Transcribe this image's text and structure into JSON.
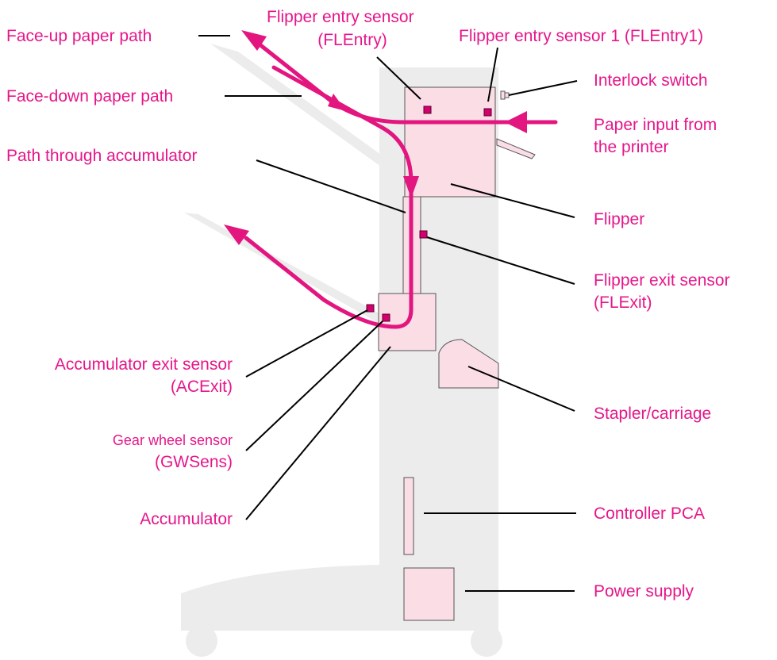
{
  "labels": {
    "face_up_path": "Face-up paper path",
    "face_down_path": "Face-down paper path",
    "path_through_accumulator": "Path through accumulator",
    "flipper_entry_sensor": "Flipper entry sensor",
    "flipper_entry_sensor_code": "(FLEntry)",
    "flipper_entry_sensor_1": "Flipper entry sensor 1 (FLEntry1)",
    "interlock_switch": "Interlock switch",
    "paper_input_line1": "Paper input from",
    "paper_input_line2": "the printer",
    "flipper": "Flipper",
    "flipper_exit_sensor": "Flipper exit sensor",
    "flipper_exit_sensor_code": "(FLExit)",
    "accumulator_exit_sensor": "Accumulator exit sensor",
    "accumulator_exit_sensor_code": "(ACExit)",
    "gear_wheel_sensor": "Gear wheel sensor",
    "gear_wheel_sensor_code": "(GWSens)",
    "accumulator": "Accumulator",
    "stapler_carriage": "Stapler/carriage",
    "controller_pca": "Controller PCA",
    "power_supply": "Power supply"
  },
  "colors": {
    "label_text": "#e6168a",
    "paper_path": "#e3157f",
    "component_fill": "#fbdde6",
    "sensor": "#d4006d",
    "cabinet": "#ececec",
    "leader_line": "#000000"
  },
  "icons": {
    "sensor": "small-square-sensor-icon",
    "switch": "interlock-switch-icon",
    "wheel": "caster-wheel-icon"
  }
}
